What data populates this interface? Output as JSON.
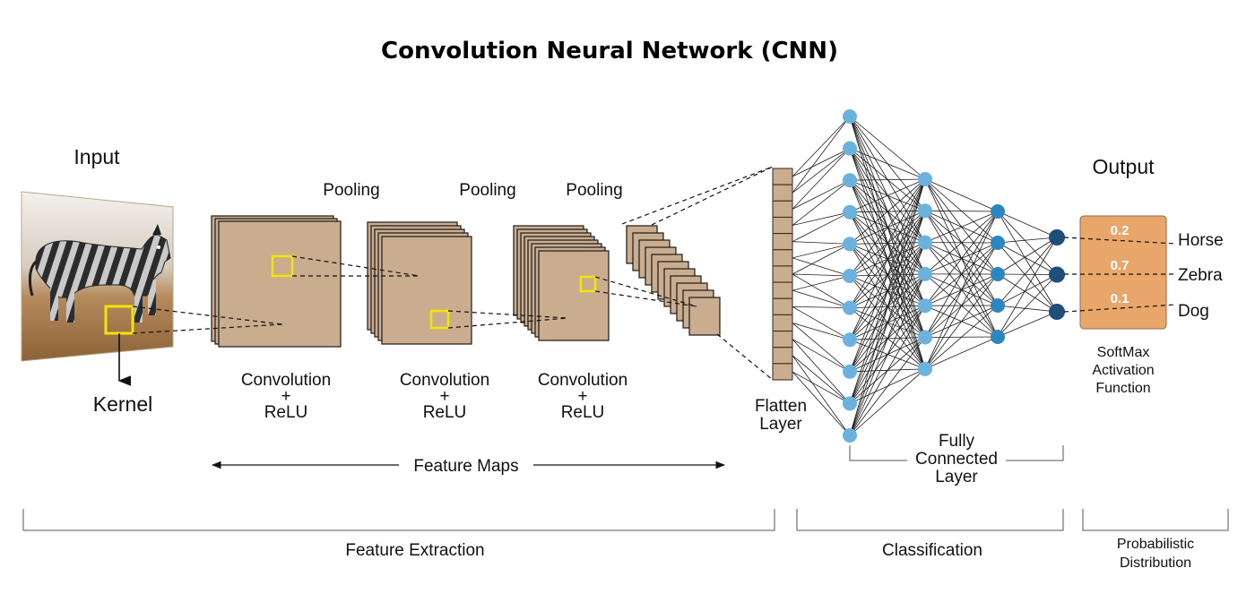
{
  "title": "Convolution  Neural  Network (CNN)",
  "input": {
    "label": "Input",
    "kernel_label": "Kernel"
  },
  "stages": [
    {
      "pooling": "Pooling",
      "conv": "Convolution",
      "plus": "+",
      "relu": "ReLU"
    },
    {
      "pooling": "Pooling",
      "conv": "Convolution",
      "plus": "+",
      "relu": "ReLU"
    },
    {
      "pooling": "Pooling",
      "conv": "Convolution",
      "plus": "+",
      "relu": "ReLU"
    }
  ],
  "feature_maps_label": "Feature  Maps",
  "flatten": {
    "line1": "Flatten",
    "line2": "Layer"
  },
  "fully_connected": {
    "line1": "Fully",
    "line2": "Connected",
    "line3": "Layer"
  },
  "output": {
    "label": "Output",
    "classes": [
      {
        "name": "Horse",
        "prob": "0.2"
      },
      {
        "name": "Zebra",
        "prob": "0.7"
      },
      {
        "name": "Dog",
        "prob": "0.1"
      }
    ],
    "softmax": {
      "line1": "SoftMax",
      "line2": "Activation",
      "line3": "Function"
    }
  },
  "sections": {
    "feature_extraction": "Feature Extraction",
    "classification": "Classification",
    "probabilistic_line1": "Probabilistic",
    "probabilistic_line2": "Distribution"
  },
  "network": {
    "layer_sizes": [
      11,
      7,
      5,
      3
    ]
  },
  "colors": {
    "map_fill": "#c9ad8e",
    "kernel": "#f2e600",
    "node_light": "#6ab3e0",
    "node_mid": "#2e86c1",
    "node_dark": "#1e4e79",
    "output_box": "#e8a66b"
  }
}
